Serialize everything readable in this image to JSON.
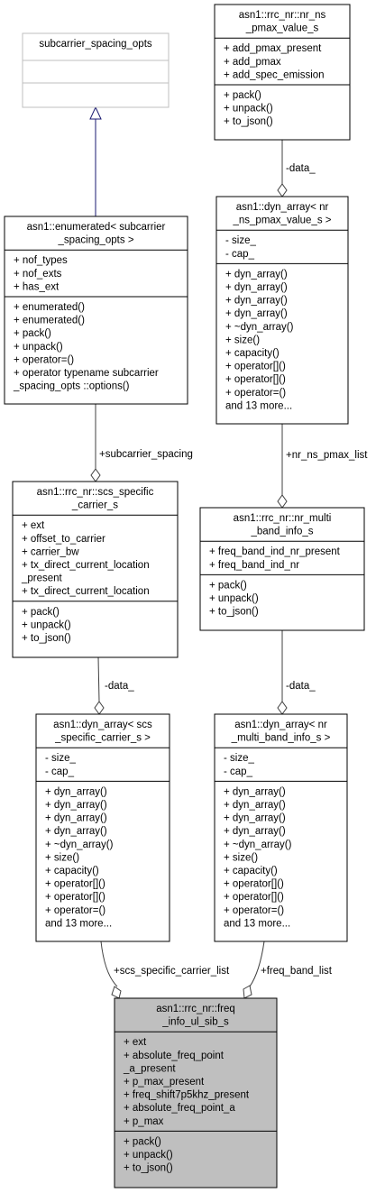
{
  "colors": {
    "node_border": "#000000",
    "abstract_border": "#bfbfbf",
    "focus_fill": "#bfbfbf",
    "edge_composition": "#404040",
    "edge_inheritance": "#191970"
  },
  "nodes": {
    "subcarrier_spacing_opts": {
      "title": [
        "subcarrier_spacing_opts"
      ],
      "attributes": [],
      "methods": []
    },
    "nr_ns_pmax_value_s": {
      "title": [
        "asn1::rrc_nr::nr_ns",
        "_pmax_value_s"
      ],
      "attributes": [
        "+ add_pmax_present",
        "+ add_pmax",
        "+ add_spec_emission"
      ],
      "methods": [
        "+ pack()",
        "+ unpack()",
        "+ to_json()"
      ]
    },
    "enumerated_subcarrier_spacing_opts": {
      "title": [
        "asn1::enumerated< subcarrier",
        "_spacing_opts >"
      ],
      "attributes": [
        "+ nof_types",
        "+ nof_exts",
        "+ has_ext"
      ],
      "methods": [
        "+ enumerated()",
        "+ enumerated()",
        "+ pack()",
        "+ unpack()",
        "+ operator=()",
        "+ operator typename subcarrier",
        "_spacing_opts ::options()"
      ]
    },
    "dyn_array_nr_ns_pmax_value_s": {
      "title": [
        "asn1::dyn_array< nr",
        "_ns_pmax_value_s >"
      ],
      "attributes": [
        "- size_",
        "- cap_"
      ],
      "methods": [
        "+ dyn_array()",
        "+ dyn_array()",
        "+ dyn_array()",
        "+ dyn_array()",
        "+ ~dyn_array()",
        "+ size()",
        "+ capacity()",
        "+ operator[]()",
        "+ operator[]()",
        "+ operator=()",
        "and 13 more..."
      ]
    },
    "scs_specific_carrier_s": {
      "title": [
        "asn1::rrc_nr::scs_specific",
        "_carrier_s"
      ],
      "attributes": [
        "+ ext",
        "+ offset_to_carrier",
        "+ carrier_bw",
        "+ tx_direct_current_location",
        "_present",
        "+ tx_direct_current_location"
      ],
      "methods": [
        "+ pack()",
        "+ unpack()",
        "+ to_json()"
      ]
    },
    "nr_multi_band_info_s": {
      "title": [
        "asn1::rrc_nr::nr_multi",
        "_band_info_s"
      ],
      "attributes": [
        "+ freq_band_ind_nr_present",
        "+ freq_band_ind_nr"
      ],
      "methods": [
        "+ pack()",
        "+ unpack()",
        "+ to_json()"
      ]
    },
    "dyn_array_scs_specific_carrier_s": {
      "title": [
        "asn1::dyn_array< scs",
        "_specific_carrier_s >"
      ],
      "attributes": [
        "- size_",
        "- cap_"
      ],
      "methods": [
        "+ dyn_array()",
        "+ dyn_array()",
        "+ dyn_array()",
        "+ dyn_array()",
        "+ ~dyn_array()",
        "+ size()",
        "+ capacity()",
        "+ operator[]()",
        "+ operator[]()",
        "+ operator=()",
        "and 13 more..."
      ]
    },
    "dyn_array_nr_multi_band_info_s": {
      "title": [
        "asn1::dyn_array< nr",
        "_multi_band_info_s >"
      ],
      "attributes": [
        "- size_",
        "- cap_"
      ],
      "methods": [
        "+ dyn_array()",
        "+ dyn_array()",
        "+ dyn_array()",
        "+ dyn_array()",
        "+ ~dyn_array()",
        "+ size()",
        "+ capacity()",
        "+ operator[]()",
        "+ operator[]()",
        "+ operator=()",
        "and 13 more..."
      ]
    },
    "freq_info_ul_sib_s": {
      "title": [
        "asn1::rrc_nr::freq",
        "_info_ul_sib_s"
      ],
      "attributes": [
        "+ ext",
        "+ absolute_freq_point",
        "_a_present",
        "+ p_max_present",
        "+ freq_shift7p5khz_present",
        "+ absolute_freq_point_a",
        "+ p_max"
      ],
      "methods": [
        "+ pack()",
        "+ unpack()",
        "+ to_json()"
      ]
    }
  },
  "edges": {
    "pmax_value_data": "-data_",
    "subcarrier_spacing": "+subcarrier_spacing",
    "nr_ns_pmax_list": "+nr_ns_pmax_list",
    "scs_data": "-data_",
    "multi_band_data": "-data_",
    "scs_specific_carrier_list": "+scs_specific_carrier_list",
    "freq_band_list": "+freq_band_list"
  }
}
